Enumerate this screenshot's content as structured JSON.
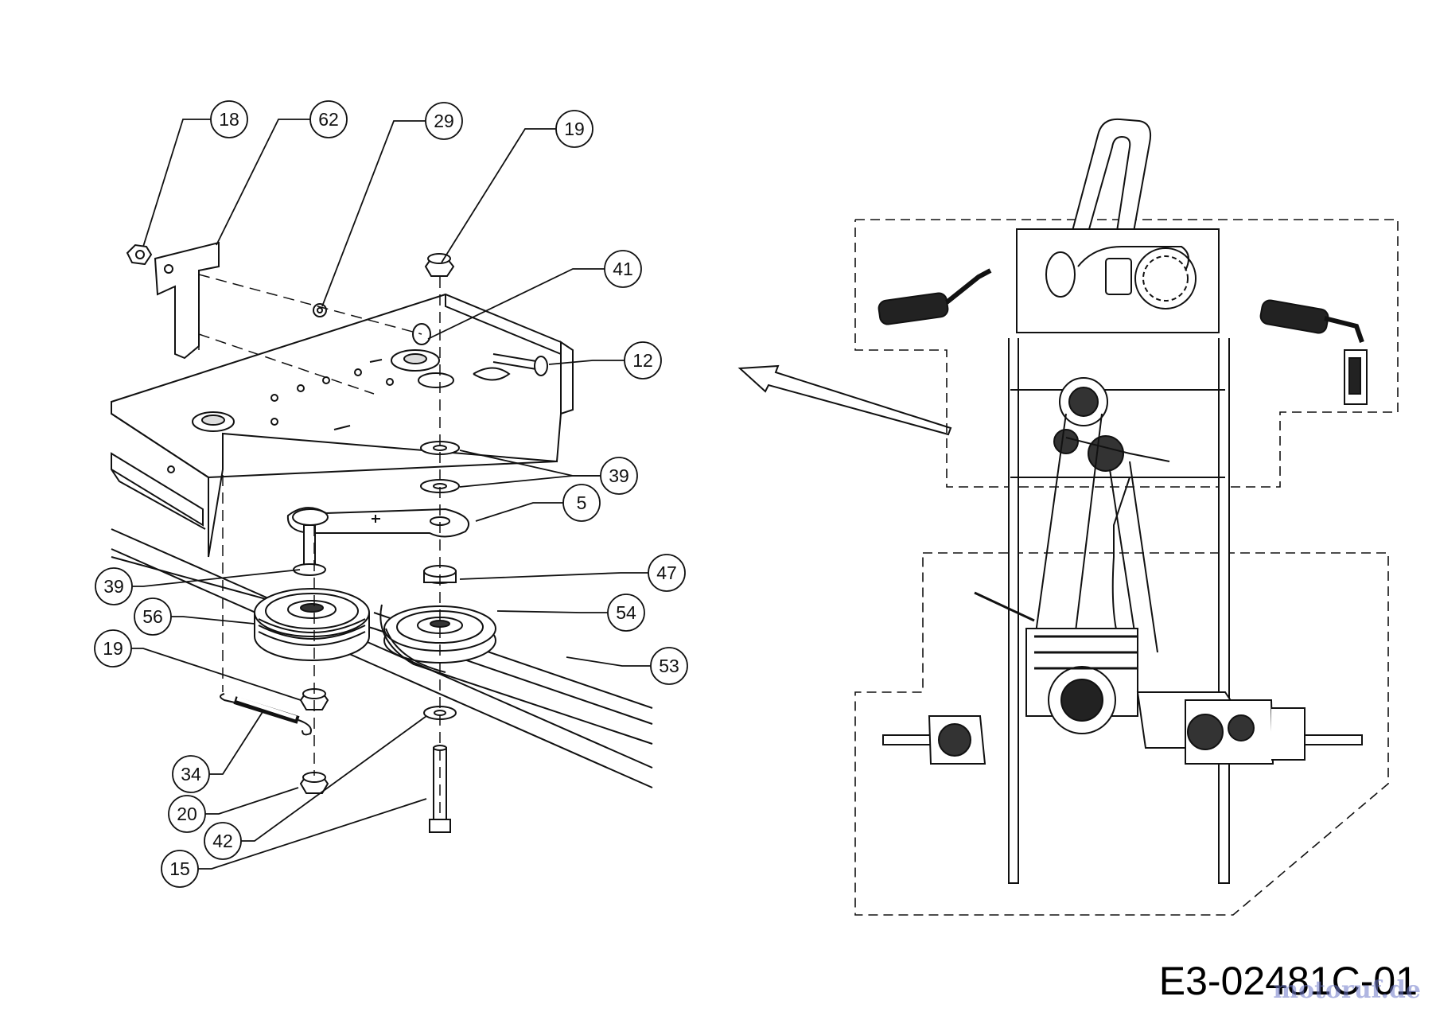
{
  "drawing_code": "E3-02481C-01",
  "watermark": "motoruf.de",
  "callouts": [
    "18",
    "62",
    "29",
    "19",
    "41",
    "12",
    "39",
    "5",
    "47",
    "54",
    "53",
    "39",
    "56",
    "19",
    "34",
    "20",
    "42",
    "15"
  ],
  "colors": {
    "line": "#111111",
    "background": "#ffffff",
    "watermark": "#6e78c8"
  }
}
